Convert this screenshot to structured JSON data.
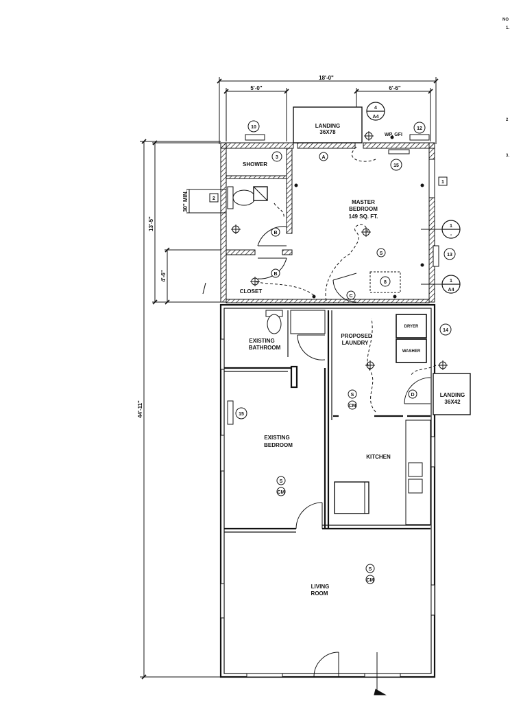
{
  "notes_header": "NO",
  "notes": [
    "1.",
    "2",
    "3."
  ],
  "dimensions": {
    "overall_width": "18'-0\"",
    "left_bay": "5'-0\"",
    "right_bay": "6'-6\"",
    "overall_length": "44'-11\"",
    "bedroom_depth": "13'-5\"",
    "closet_depth": "4'-6\"",
    "toilet_clearance": "30\" MIN."
  },
  "rooms": {
    "landing_top": [
      "LANDING",
      "36X78"
    ],
    "shower": "SHOWER",
    "master": [
      "MASTER",
      "BEDROOM",
      "149 SQ. FT."
    ],
    "closet": "CLOSET",
    "existing_bathroom": [
      "EXISTING",
      "BATHROOM"
    ],
    "laundry": [
      "PROPOSED",
      "LAUNDRY"
    ],
    "dryer": "DRYER",
    "washer": "WASHER",
    "landing_side": [
      "LANDING",
      "36X42"
    ],
    "existing_bedroom": [
      "EXISTING",
      "BEDROOM"
    ],
    "kitchen": "KITCHEN",
    "living": [
      "LIVING",
      "ROOM"
    ]
  },
  "callouts": {
    "c10": "10",
    "c12": "12",
    "c13": "13",
    "c14": "14",
    "c15a": "15",
    "c15b": "15",
    "c3": "3",
    "door_a": "A",
    "door_b1": "B",
    "door_b2": "B",
    "door_c": "C",
    "door_d": "D",
    "smoke": "S",
    "cm": "CM",
    "win_1": "1",
    "win_2": "2",
    "receptacle_note": "WP, GFI"
  },
  "sections": {
    "top": [
      "4",
      "A4"
    ],
    "right_1": [
      "1",
      "-"
    ],
    "right_2": [
      "1",
      "A4"
    ]
  },
  "fan_tag": "8"
}
